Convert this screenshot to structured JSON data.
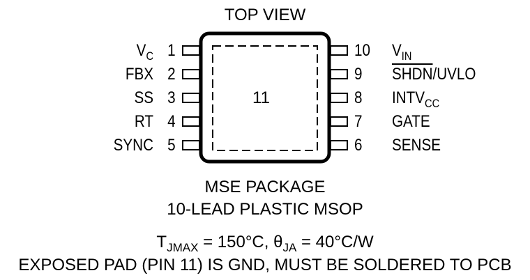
{
  "title": "TOP VIEW",
  "exposed_pad_number": "11",
  "left_pins": [
    {
      "num": "1",
      "name": "V",
      "sub": "C"
    },
    {
      "num": "2",
      "name": "FBX",
      "sub": ""
    },
    {
      "num": "3",
      "name": "SS",
      "sub": ""
    },
    {
      "num": "4",
      "name": "RT",
      "sub": ""
    },
    {
      "num": "5",
      "name": "SYNC",
      "sub": ""
    }
  ],
  "right_pins": [
    {
      "num": "10",
      "name": "V",
      "sub": "IN"
    },
    {
      "num": "9",
      "name": "SHDN",
      "suffix": "/UVLO"
    },
    {
      "num": "8",
      "name": "INTV",
      "sub": "CC"
    },
    {
      "num": "7",
      "name": "GATE",
      "sub": ""
    },
    {
      "num": "6",
      "name": "SENSE",
      "sub": ""
    }
  ],
  "package_line1": "MSE PACKAGE",
  "package_line2": "10-LEAD PLASTIC MSOP",
  "thermal": {
    "t": "T",
    "t_sub": "JMAX",
    "t_val": " = 150°C, ",
    "theta": "θ",
    "theta_sub": "JA",
    "theta_val": " = 40°C/W"
  },
  "note": "EXPOSED PAD (PIN 11) IS GND, MUST BE SOLDERED TO PCB"
}
